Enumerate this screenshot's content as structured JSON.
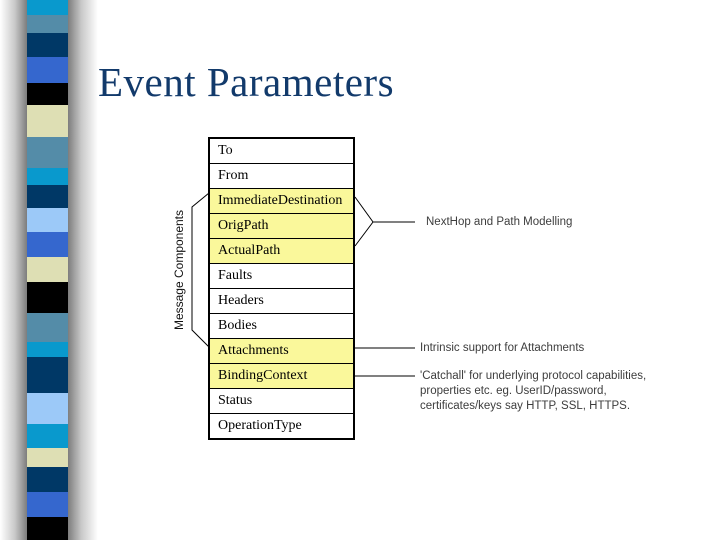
{
  "slide": {
    "title": "Event Parameters",
    "title_color": "#123A6B"
  },
  "table": {
    "axis_label": "Message Components",
    "highlight_color": "#FAF89B",
    "rows": [
      {
        "label": "To",
        "highlighted": false
      },
      {
        "label": "From",
        "highlighted": false
      },
      {
        "label": "ImmediateDestination",
        "highlighted": true
      },
      {
        "label": "OrigPath",
        "highlighted": true
      },
      {
        "label": "ActualPath",
        "highlighted": true
      },
      {
        "label": "Faults",
        "highlighted": false
      },
      {
        "label": "Headers",
        "highlighted": false
      },
      {
        "label": "Bodies",
        "highlighted": false
      },
      {
        "label": "Attachments",
        "highlighted": true
      },
      {
        "label": "BindingContext",
        "highlighted": true
      },
      {
        "label": "Status",
        "highlighted": false
      },
      {
        "label": "OperationType",
        "highlighted": false
      }
    ]
  },
  "annotations": {
    "nexthop": {
      "text": "NextHop and Path Modelling"
    },
    "attachments": {
      "text": "Intrinsic support for Attachments"
    },
    "bindingcontext": {
      "lines": [
        "'Catchall' for underlying protocol capabilities,",
        "properties etc. eg. UserID/password,",
        "certificates/keys say HTTP, SSL, HTTPS."
      ]
    }
  },
  "decoration": {
    "strip_blocks": [
      {
        "color": "#0999CD",
        "h": 15
      },
      {
        "color": "#548CA8",
        "h": 18
      },
      {
        "color": "#003866",
        "h": 24
      },
      {
        "color": "#3567CE",
        "h": 26
      },
      {
        "color": "#000000",
        "h": 22
      },
      {
        "color": "#DEDFB4",
        "h": 32
      },
      {
        "color": "#548CA8",
        "h": 31
      },
      {
        "color": "#0999CD",
        "h": 17
      },
      {
        "color": "#003866",
        "h": 23
      },
      {
        "color": "#9CC9F8",
        "h": 24
      },
      {
        "color": "#3567CE",
        "h": 25
      },
      {
        "color": "#DEDFB4",
        "h": 25
      },
      {
        "color": "#000000",
        "h": 31
      },
      {
        "color": "#548CA8",
        "h": 29
      },
      {
        "color": "#0999CD",
        "h": 15
      },
      {
        "color": "#003866",
        "h": 36
      },
      {
        "color": "#9CC9F8",
        "h": 31
      },
      {
        "color": "#0999CD",
        "h": 24
      },
      {
        "color": "#DEDFB4",
        "h": 19
      },
      {
        "color": "#003866",
        "h": 25
      },
      {
        "color": "#3567CE",
        "h": 25
      },
      {
        "color": "#000000",
        "h": 23
      }
    ]
  }
}
